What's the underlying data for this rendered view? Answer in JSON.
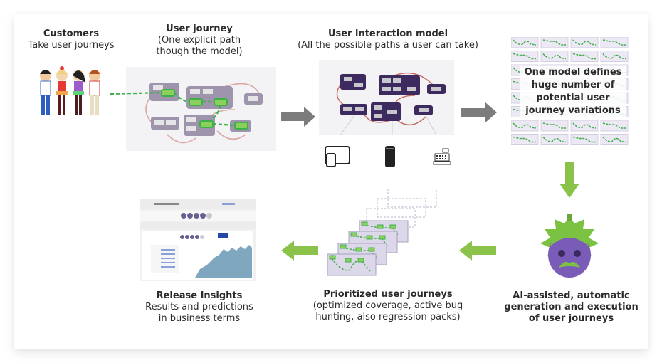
{
  "steps": {
    "customers": {
      "title": "Customers",
      "subtitle": "Take user journeys"
    },
    "user_journey": {
      "title": "User journey",
      "subtitle_line1": "(One explicit path",
      "subtitle_line2": "though the model)"
    },
    "interaction_model": {
      "title": "User interaction model",
      "subtitle": "(All the possible paths a user can take)"
    },
    "variations": {
      "line1": "One model defines",
      "line2": "huge number of",
      "line3": "potential user",
      "line4": "journey variations"
    },
    "ai": {
      "line1": "AI-assisted, automatic",
      "line2": "generation and execution",
      "line3": "of user journeys"
    },
    "prioritized": {
      "title": "Prioritized user journeys",
      "line1": "(optimized coverage, active bug",
      "line2": "hunting, also regression packs)"
    },
    "insights": {
      "title": "Release Insights",
      "line1": "Results and predictions",
      "line2": "in business terms"
    }
  },
  "devices": [
    "tablet-phone-icon",
    "smart-speaker-icon",
    "cash-register-icon"
  ],
  "colors": {
    "node_dark": "#3d2a5e",
    "node_light": "#9e95ac",
    "path_green": "#3db04a",
    "edge_pink": "#d9a7a3",
    "arrow_gray": "#7c7c7c",
    "arrow_green": "#8bc34a",
    "mascot_purple": "#7a5cb8",
    "mascot_leaf": "#7cc242"
  }
}
